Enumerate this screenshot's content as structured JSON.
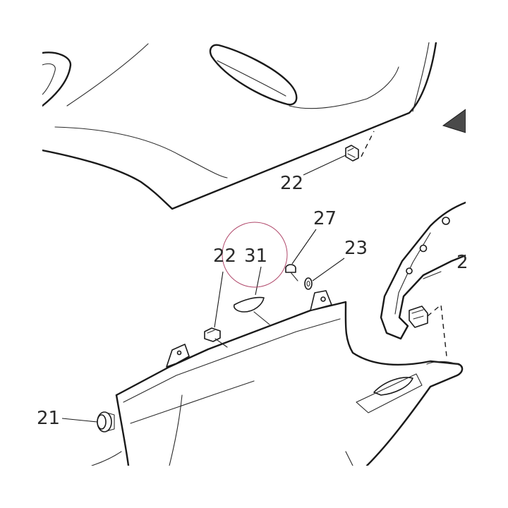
{
  "diagram": {
    "callouts": [
      {
        "id": "c22a",
        "label": "22"
      },
      {
        "id": "c27",
        "label": "27"
      },
      {
        "id": "c23",
        "label": "23"
      },
      {
        "id": "c22b",
        "label": "22"
      },
      {
        "id": "c31",
        "label": "31"
      },
      {
        "id": "c2",
        "label": "2"
      },
      {
        "id": "c21",
        "label": "21"
      }
    ],
    "colors": {
      "line": "#1a1a1a",
      "highlight_circle": "#b0476a",
      "fill_dark": "#4a4a4a"
    }
  }
}
